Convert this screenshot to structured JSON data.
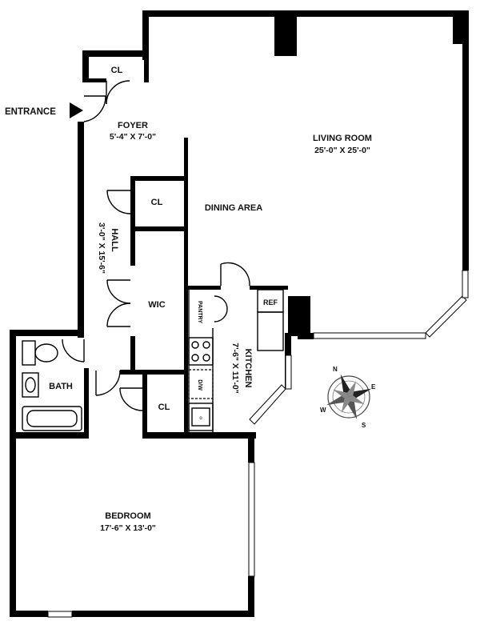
{
  "entrance": {
    "label": "ENTRANCE"
  },
  "rooms": {
    "foyer": {
      "name": "FOYER",
      "dims": "5'-4\" X 7'-0\""
    },
    "living": {
      "name": "LIVING ROOM",
      "dims": "25'-0\" X 25'-0\""
    },
    "dining": {
      "name": "DINING AREA"
    },
    "hall": {
      "name": "HALL",
      "dims": "3'-0\" X 15'-6\""
    },
    "wic": {
      "name": "WIC"
    },
    "kitchen": {
      "name": "KITCHEN",
      "dims": "7'-6\" X 11'-0\""
    },
    "bath": {
      "name": "BATH"
    },
    "bedroom": {
      "name": "BEDROOM",
      "dims": "17'-6\" X 13'-0\""
    }
  },
  "closets": {
    "top": "CL",
    "hall": "CL",
    "bedroom": "CL"
  },
  "fixtures": {
    "ref": "REF",
    "pantry": "PANTRY",
    "dishwasher": "D/W"
  },
  "compass": {
    "n": "N",
    "e": "E",
    "s": "S",
    "w": "W"
  }
}
